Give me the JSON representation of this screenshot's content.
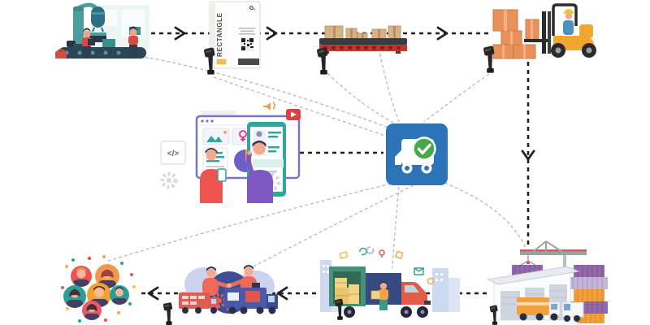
{
  "diagram": {
    "kind": "logistics-supply-chain-flow",
    "package": {
      "label": "RECTANGLE",
      "brand": "G."
    },
    "marketing": {
      "code_symbol": "</>"
    },
    "nodes": [
      {
        "id": "production-line",
        "icon": "factory-conveyor-workers-icon"
      },
      {
        "id": "labeled-package",
        "icon": "barcoded-box-icon"
      },
      {
        "id": "conveyor-parcels",
        "icon": "parcel-conveyor-icon"
      },
      {
        "id": "forklift-stacking",
        "icon": "forklift-boxes-icon"
      },
      {
        "id": "marketing-team",
        "icon": "web-dashboard-team-icon"
      },
      {
        "id": "delivery-app",
        "icon": "truck-check-app-icon"
      },
      {
        "id": "warehouse-yard",
        "icon": "warehouse-containers-crane-icon"
      },
      {
        "id": "truck-loading",
        "icon": "delivery-truck-loading-icon"
      },
      {
        "id": "partner-handover",
        "icon": "handshake-trucks-icon"
      },
      {
        "id": "customers",
        "icon": "customer-avatars-icon"
      }
    ],
    "scanners": {
      "count": 6,
      "icon": "barcode-scanner-icon"
    },
    "edges": [
      {
        "from": "production-line",
        "to": "labeled-package",
        "style": "black-dashed-arrow"
      },
      {
        "from": "labeled-package",
        "to": "conveyor-parcels",
        "style": "black-dashed-arrow"
      },
      {
        "from": "conveyor-parcels",
        "to": "forklift-stacking",
        "style": "black-dashed-arrow"
      },
      {
        "from": "forklift-stacking",
        "to": "warehouse-yard",
        "style": "black-dashed-arrow"
      },
      {
        "from": "warehouse-yard",
        "to": "truck-loading",
        "style": "black-dashed-arrow"
      },
      {
        "from": "truck-loading",
        "to": "partner-handover",
        "style": "black-dashed-arrow"
      },
      {
        "from": "partner-handover",
        "to": "customers",
        "style": "black-dashed-arrow"
      },
      {
        "from": "marketing-team",
        "to": "delivery-app",
        "style": "black-dashed-line"
      },
      {
        "from": "delivery-app",
        "to": "production-line",
        "style": "gray-dashed-curve"
      },
      {
        "from": "delivery-app",
        "to": "labeled-package",
        "style": "gray-dashed-curve"
      },
      {
        "from": "delivery-app",
        "to": "conveyor-parcels",
        "style": "gray-dashed-curve"
      },
      {
        "from": "delivery-app",
        "to": "forklift-stacking",
        "style": "gray-dashed-curve"
      },
      {
        "from": "delivery-app",
        "to": "warehouse-yard",
        "style": "gray-dashed-curve"
      },
      {
        "from": "delivery-app",
        "to": "truck-loading",
        "style": "gray-dashed-curve"
      },
      {
        "from": "delivery-app",
        "to": "partner-handover",
        "style": "gray-dashed-curve"
      },
      {
        "from": "delivery-app",
        "to": "customers",
        "style": "gray-dashed-curve"
      }
    ],
    "colors": {
      "app_blue": "#2d73b8",
      "check_green": "#46a84b",
      "arrow_black": "#1f1f1f",
      "curve_gray": "#b8b8b8",
      "cardboard": "#d7b289",
      "conveyor_red": "#c0392b",
      "forklift_yellow": "#f0a62f",
      "container_purple": "#9268ab",
      "container_orange": "#f2a03c"
    }
  }
}
